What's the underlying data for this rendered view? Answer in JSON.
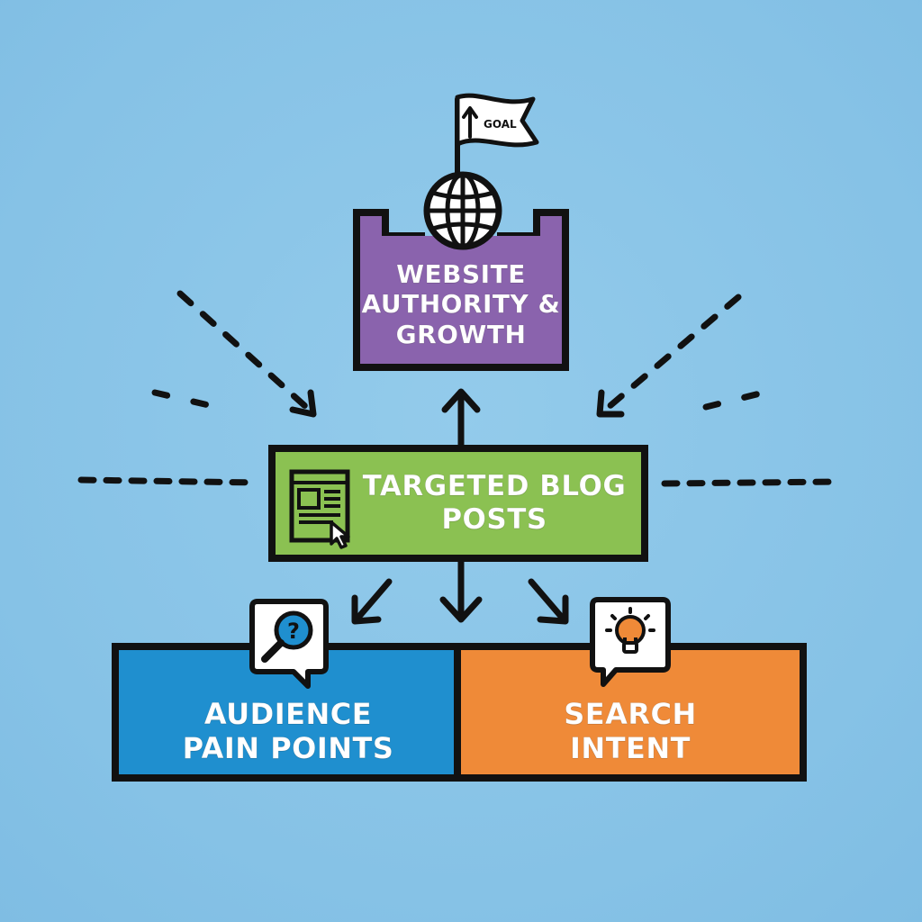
{
  "diagram": {
    "goal": {
      "flag_label": "GOAL",
      "title": "WEBSITE AUTHORITY & GROWTH",
      "icon": "globe-icon",
      "color": "#8a63ad"
    },
    "center": {
      "title": "TARGETED BLOG POSTS",
      "icon": "blog-page-cursor-icon",
      "color": "#8bc152"
    },
    "bottom_left": {
      "title": "AUDIENCE PAIN POINTS",
      "icon": "magnifier-question-icon",
      "color": "#1f8fcf"
    },
    "bottom_right": {
      "title": "SEARCH INTENT",
      "icon": "lightbulb-icon",
      "color": "#ef8a38"
    },
    "background_color": "#8cc6e8"
  }
}
